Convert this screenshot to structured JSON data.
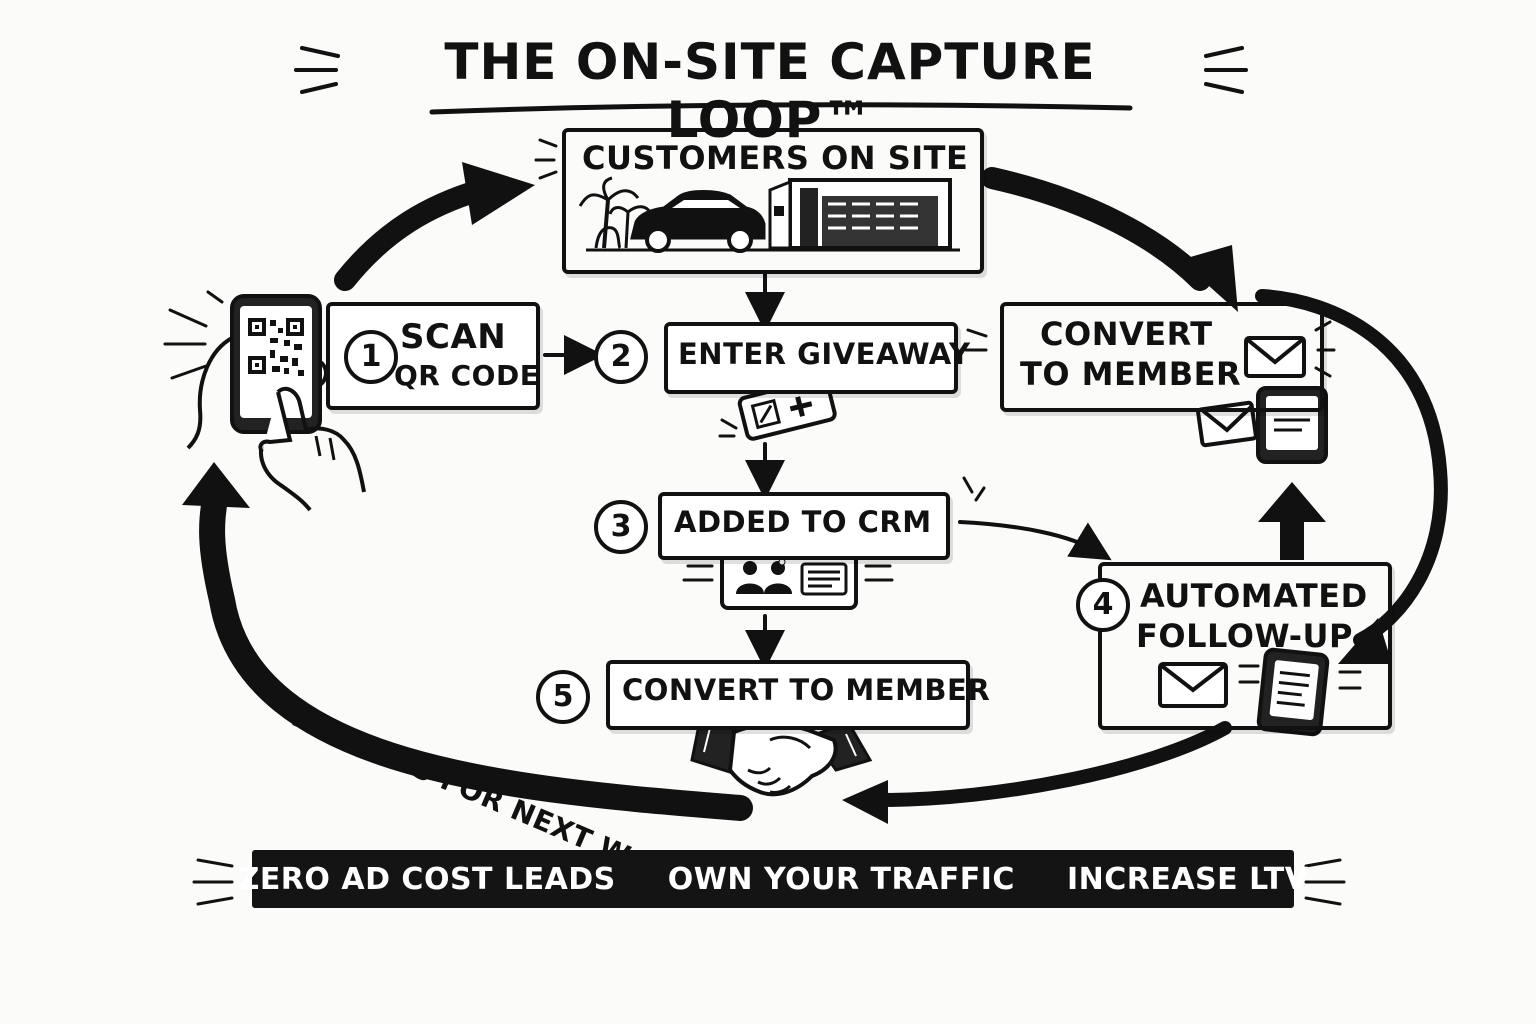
{
  "title": "THE ON-SITE CAPTURE LOOP™",
  "top_box": {
    "label": "CUSTOMERS ON SITE"
  },
  "steps": [
    {
      "number": "1",
      "label_line1": "SCAN",
      "label_line2": "QR CODE"
    },
    {
      "number": "2",
      "label": "ENTER GIVEAWAY"
    },
    {
      "number": "3",
      "label": "ADDED TO CRM"
    },
    {
      "number": "4",
      "label_line1": "AUTOMATED",
      "label_line2": "FOLLOW-UP"
    },
    {
      "number": "5",
      "label": "CONVERT TO MEMBER"
    }
  ],
  "convert_box": {
    "label_line1": "CONVERT",
    "label_line2": "TO MEMBER"
  },
  "return_label": "RETURNS FOR NEXT WASH",
  "benefits": [
    "ZERO AD COST LEADS",
    "OWN YOUR TRAFFIC",
    "INCREASE LTV"
  ],
  "icons": [
    "phone-qr-icon",
    "car-wash-icon",
    "car-icon",
    "ticket-icon",
    "users-icon",
    "id-card-icon",
    "envelope-icon",
    "tablet-icon",
    "handshake-icon"
  ]
}
